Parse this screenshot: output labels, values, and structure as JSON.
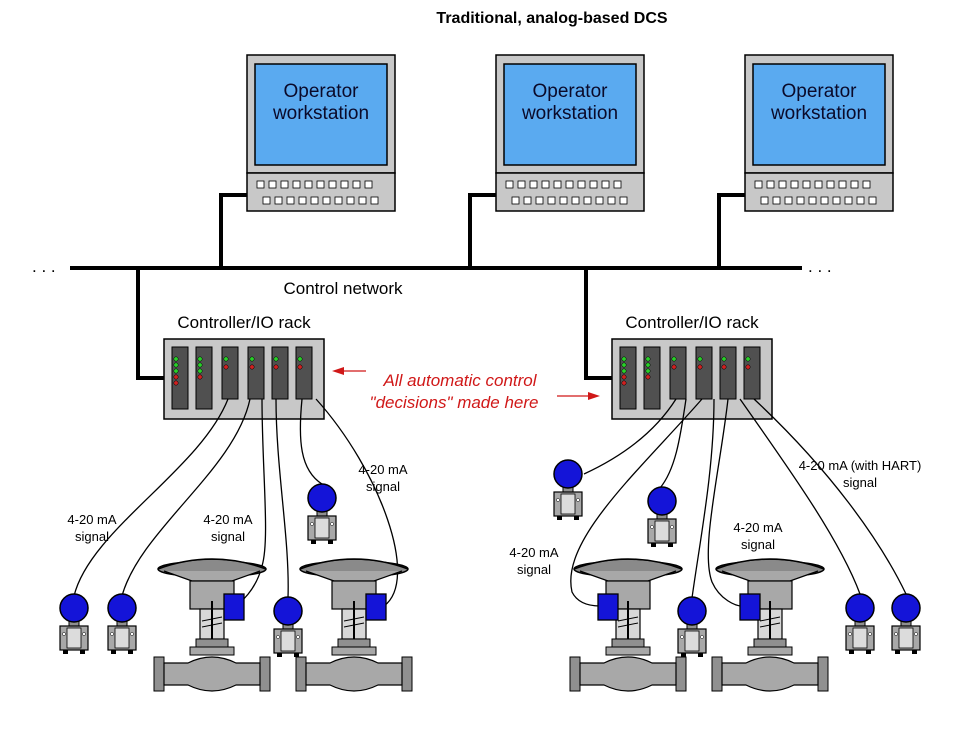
{
  "title": "Traditional, analog-based DCS",
  "workstations": [
    {
      "label_line1": "Operator",
      "label_line2": "workstation"
    },
    {
      "label_line1": "Operator",
      "label_line2": "workstation"
    },
    {
      "label_line1": "Operator",
      "label_line2": "workstation"
    }
  ],
  "network": {
    "label": "Control network",
    "ellipsis_left": ". . .",
    "ellipsis_right": ". . ."
  },
  "racks": [
    {
      "label": "Controller/IO rack"
    },
    {
      "label": "Controller/IO rack"
    }
  ],
  "annotation": {
    "line1": "All automatic control",
    "line2": "\"decisions\" made here"
  },
  "signals": {
    "left_a": {
      "line1": "4-20 mA",
      "line2": "signal"
    },
    "left_b": {
      "line1": "4-20 mA",
      "line2": "signal"
    },
    "left_c": {
      "line1": "4-20 mA",
      "line2": "signal"
    },
    "right_a": {
      "line1": "4-20 mA",
      "line2": "signal"
    },
    "right_b": {
      "line1": "4-20 mA",
      "line2": "signal"
    },
    "right_c": {
      "line1": "4-20 mA (with HART)",
      "line2": "signal"
    }
  },
  "colors": {
    "screen": "#5aaaf0",
    "cabinet": "#c8c8c8",
    "card": "#505050",
    "transmitter": "#1414d8",
    "annotation": "#d01818"
  }
}
